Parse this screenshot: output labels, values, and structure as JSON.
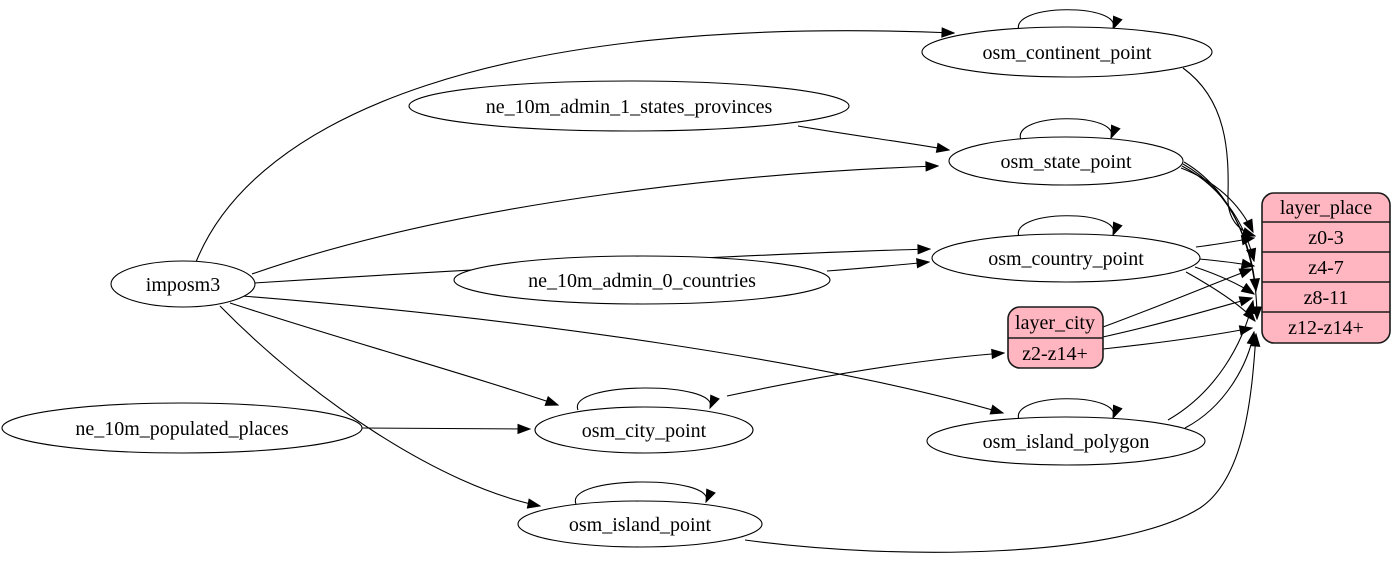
{
  "diagram": {
    "kind": "etl-graph",
    "colors": {
      "background": "#ffffff",
      "node_fill": "#ffffff",
      "record_fill": "#ffb6c1",
      "stroke": "#000000",
      "text": "#000000"
    },
    "nodes": {
      "imposm3": {
        "label": "imposm3",
        "shape": "ellipse"
      },
      "ne_10m_admin_1_states_provinces": {
        "label": "ne_10m_admin_1_states_provinces",
        "shape": "ellipse"
      },
      "ne_10m_admin_0_countries": {
        "label": "ne_10m_admin_0_countries",
        "shape": "ellipse"
      },
      "ne_10m_populated_places": {
        "label": "ne_10m_populated_places",
        "shape": "ellipse"
      },
      "osm_continent_point": {
        "label": "osm_continent_point",
        "shape": "ellipse"
      },
      "osm_state_point": {
        "label": "osm_state_point",
        "shape": "ellipse"
      },
      "osm_country_point": {
        "label": "osm_country_point",
        "shape": "ellipse"
      },
      "osm_city_point": {
        "label": "osm_city_point",
        "shape": "ellipse"
      },
      "osm_island_polygon": {
        "label": "osm_island_polygon",
        "shape": "ellipse"
      },
      "osm_island_point": {
        "label": "osm_island_point",
        "shape": "ellipse"
      }
    },
    "records": {
      "layer_place": {
        "title": "layer_place",
        "rows": [
          "z0-3",
          "z4-7",
          "z8-11",
          "z12-z14+"
        ]
      },
      "layer_city": {
        "title": "layer_city",
        "rows": [
          "z2-z14+"
        ]
      }
    },
    "edges": [
      {
        "from": "imposm3",
        "to": "osm_continent_point"
      },
      {
        "from": "imposm3",
        "to": "osm_state_point"
      },
      {
        "from": "imposm3",
        "to": "osm_country_point"
      },
      {
        "from": "imposm3",
        "to": "osm_city_point"
      },
      {
        "from": "imposm3",
        "to": "osm_island_polygon"
      },
      {
        "from": "imposm3",
        "to": "osm_island_point"
      },
      {
        "from": "ne_10m_admin_1_states_provinces",
        "to": "osm_state_point"
      },
      {
        "from": "ne_10m_admin_0_countries",
        "to": "osm_country_point"
      },
      {
        "from": "ne_10m_populated_places",
        "to": "osm_city_point"
      },
      {
        "from": "osm_continent_point",
        "to": "osm_continent_point"
      },
      {
        "from": "osm_state_point",
        "to": "osm_state_point"
      },
      {
        "from": "osm_country_point",
        "to": "osm_country_point"
      },
      {
        "from": "osm_city_point",
        "to": "osm_city_point"
      },
      {
        "from": "osm_island_polygon",
        "to": "osm_island_polygon"
      },
      {
        "from": "osm_island_point",
        "to": "osm_island_point"
      },
      {
        "from": "osm_continent_point",
        "to": "layer_place:z0-3"
      },
      {
        "from": "osm_state_point",
        "to": "layer_place:z0-3"
      },
      {
        "from": "osm_state_point",
        "to": "layer_place:z4-7"
      },
      {
        "from": "osm_state_point",
        "to": "layer_place:z8-11"
      },
      {
        "from": "osm_state_point",
        "to": "layer_place:z12-z14+"
      },
      {
        "from": "osm_country_point",
        "to": "layer_place:z0-3"
      },
      {
        "from": "osm_country_point",
        "to": "layer_place:z4-7"
      },
      {
        "from": "osm_country_point",
        "to": "layer_place:z8-11"
      },
      {
        "from": "osm_country_point",
        "to": "layer_place:z12-z14+"
      },
      {
        "from": "osm_city_point",
        "to": "layer_city:z2-z14+"
      },
      {
        "from": "layer_city",
        "to": "layer_place:z4-7"
      },
      {
        "from": "layer_city",
        "to": "layer_place:z8-11"
      },
      {
        "from": "layer_city",
        "to": "layer_place:z12-z14+"
      },
      {
        "from": "osm_island_polygon",
        "to": "layer_place:z8-11"
      },
      {
        "from": "osm_island_polygon",
        "to": "layer_place:z12-z14+"
      },
      {
        "from": "osm_island_point",
        "to": "layer_place:z12-z14+"
      }
    ]
  }
}
